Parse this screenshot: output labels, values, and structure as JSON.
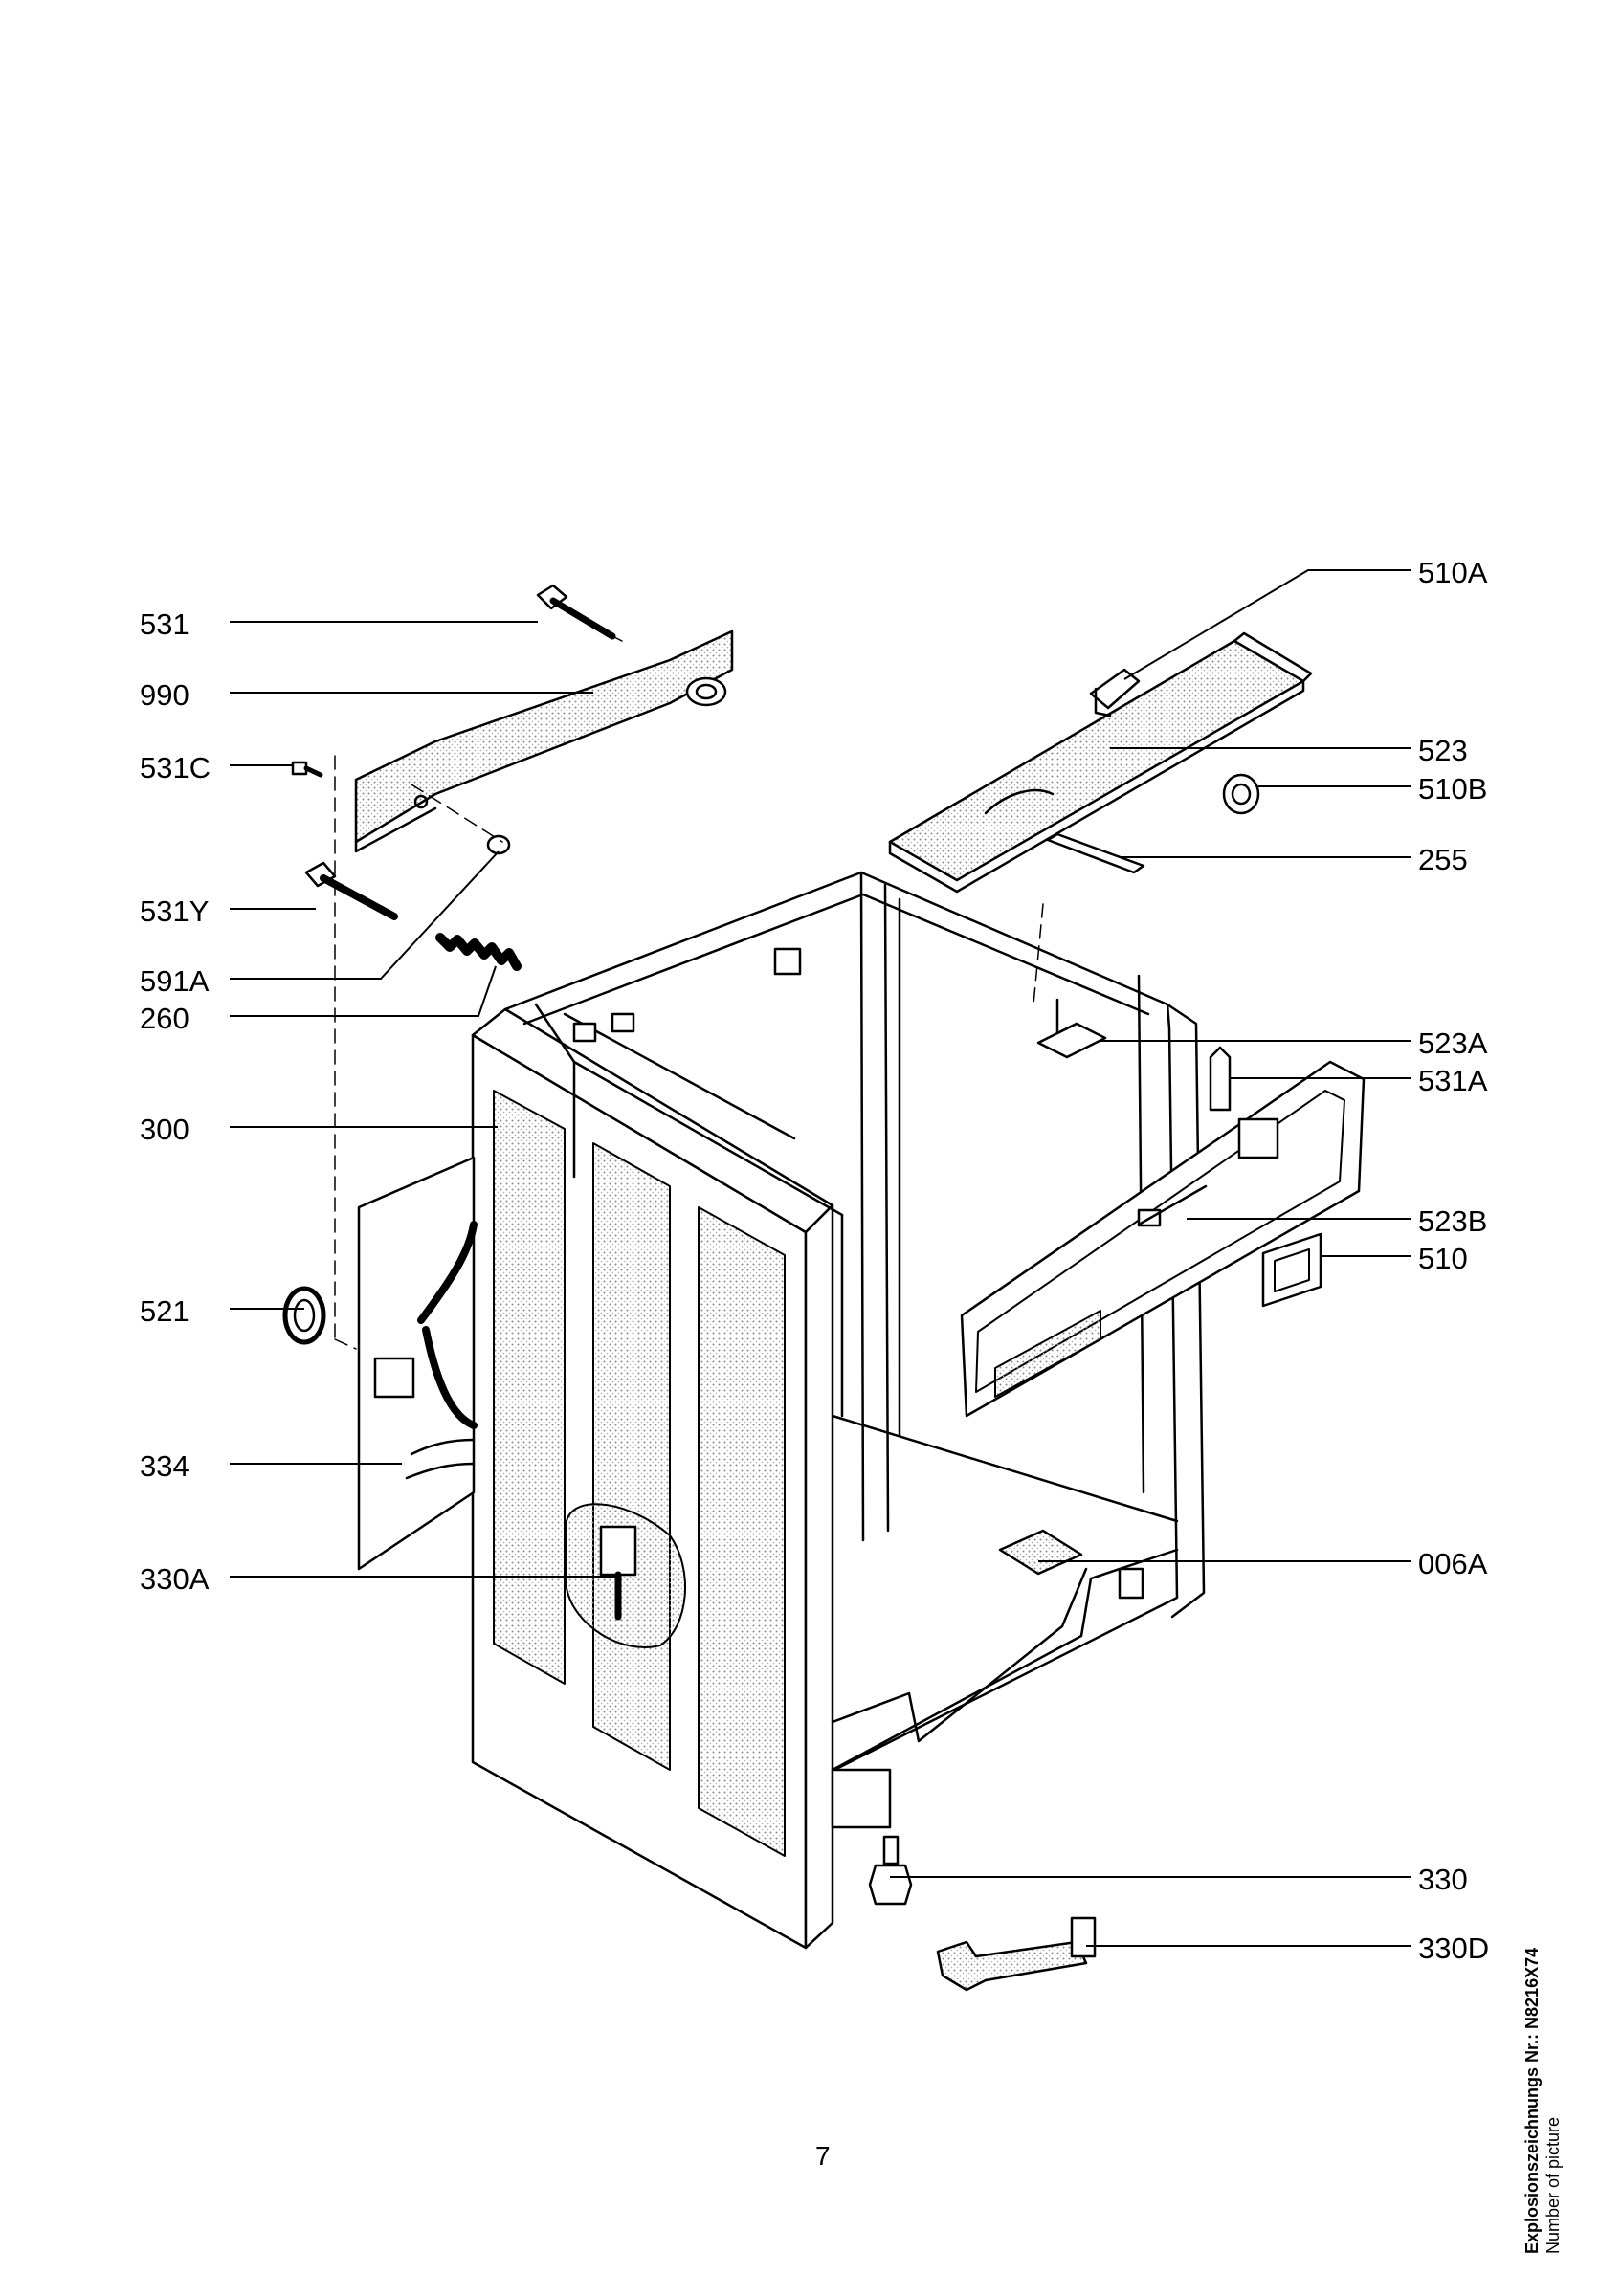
{
  "callouts_left": [
    {
      "id": "531",
      "label": "531"
    },
    {
      "id": "990",
      "label": "990"
    },
    {
      "id": "531C",
      "label": "531C"
    },
    {
      "id": "531Y",
      "label": "531Y"
    },
    {
      "id": "591A",
      "label": "591A"
    },
    {
      "id": "260",
      "label": "260"
    },
    {
      "id": "300",
      "label": "300"
    },
    {
      "id": "521",
      "label": "521"
    },
    {
      "id": "334",
      "label": "334"
    },
    {
      "id": "330A",
      "label": "330A"
    }
  ],
  "callouts_right": [
    {
      "id": "510A",
      "label": "510A"
    },
    {
      "id": "523",
      "label": "523"
    },
    {
      "id": "510B",
      "label": "510B"
    },
    {
      "id": "255",
      "label": "255"
    },
    {
      "id": "523A",
      "label": "523A"
    },
    {
      "id": "531A",
      "label": "531A"
    },
    {
      "id": "523B",
      "label": "523B"
    },
    {
      "id": "510",
      "label": "510"
    },
    {
      "id": "006A",
      "label": "006A"
    },
    {
      "id": "330",
      "label": "330"
    },
    {
      "id": "330D",
      "label": "330D"
    }
  ],
  "page_number": "7",
  "picture_number": {
    "line1": "Explosionszeichnungs Nr.: N8216X74",
    "line2": "Number of picture"
  },
  "colors": {
    "ink": "#000000",
    "background": "#ffffff",
    "stipple": "#9a9a9a"
  }
}
